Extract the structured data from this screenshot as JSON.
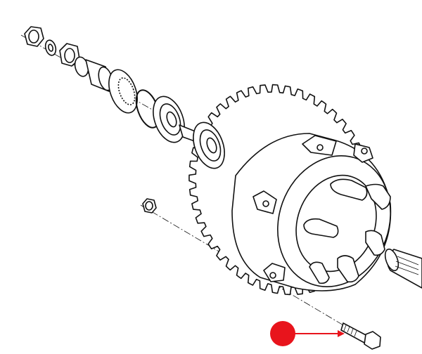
{
  "diagram": {
    "colors": {
      "line": "#111111",
      "background": "#ffffff",
      "marker": "#e8141c"
    },
    "icons": [
      "sprocket",
      "hub",
      "bearing",
      "oil-seal",
      "circlip",
      "nut",
      "washer",
      "bolt",
      "axle-shaft",
      "callout-marker",
      "arrow"
    ]
  }
}
